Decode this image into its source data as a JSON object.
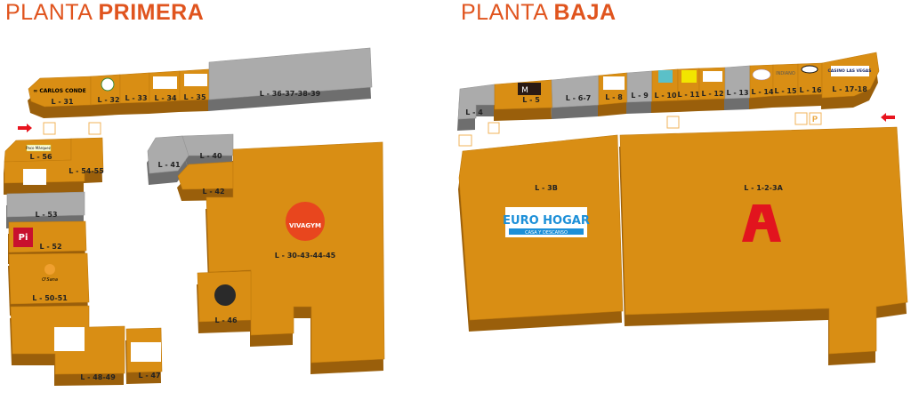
{
  "floors": {
    "primera": {
      "title_prefix": "PLANTA ",
      "title_bold": "PRIMERA"
    },
    "baja": {
      "title_prefix": "PLANTA ",
      "title_bold": "BAJA"
    }
  },
  "colors": {
    "occupied": "#D98E14",
    "vacant": "#ABABAB",
    "title": "#E0541E",
    "arrow": "#E8141E"
  },
  "primera_units": {
    "l31": "L - 31",
    "l32": "L - 32",
    "l33": "L - 33",
    "l34": "L - 34",
    "l35": "L - 35",
    "l36": "L - 36-37-38-39",
    "l56": "L - 56",
    "l5455": "L - 54-55",
    "l53": "L - 53",
    "l52": "L - 52",
    "l5051": "L - 50-51",
    "l4849": "L - 48-49",
    "l47": "L - 47",
    "l41": "L - 41",
    "l40": "L - 40",
    "l42": "L - 42",
    "l30": "L - 30-43-44-45",
    "l46": "L - 46"
  },
  "baja_units": {
    "l4": "L - 4",
    "l5": "L - 5",
    "l67": "L - 6-7",
    "l8": "L - 8",
    "l9": "L - 9",
    "l10": "L - 10",
    "l11": "L - 11",
    "l12": "L - 12",
    "l13": "L - 13",
    "l14": "L - 14",
    "l15": "L - 15",
    "l16": "L - 16",
    "l1718": "L - 17-18",
    "l3b": "L - 3B",
    "l123a": "L - 1-2-3A"
  },
  "logos": {
    "carlos_conde": "∞ CARLOS CONDE",
    "vivagym": "VIVAGYM",
    "euro_hogar": "EURO HOGAR",
    "euro_hogar_sub": "CASA Y DESCANSO",
    "casino": "CASINO LAS VEGAS",
    "indiano": "INDIANO",
    "pizza": "Pi",
    "m": "M",
    "paco": "Paco Márquez",
    "sana": "O'Sana"
  },
  "icons": {
    "parking": "P"
  }
}
